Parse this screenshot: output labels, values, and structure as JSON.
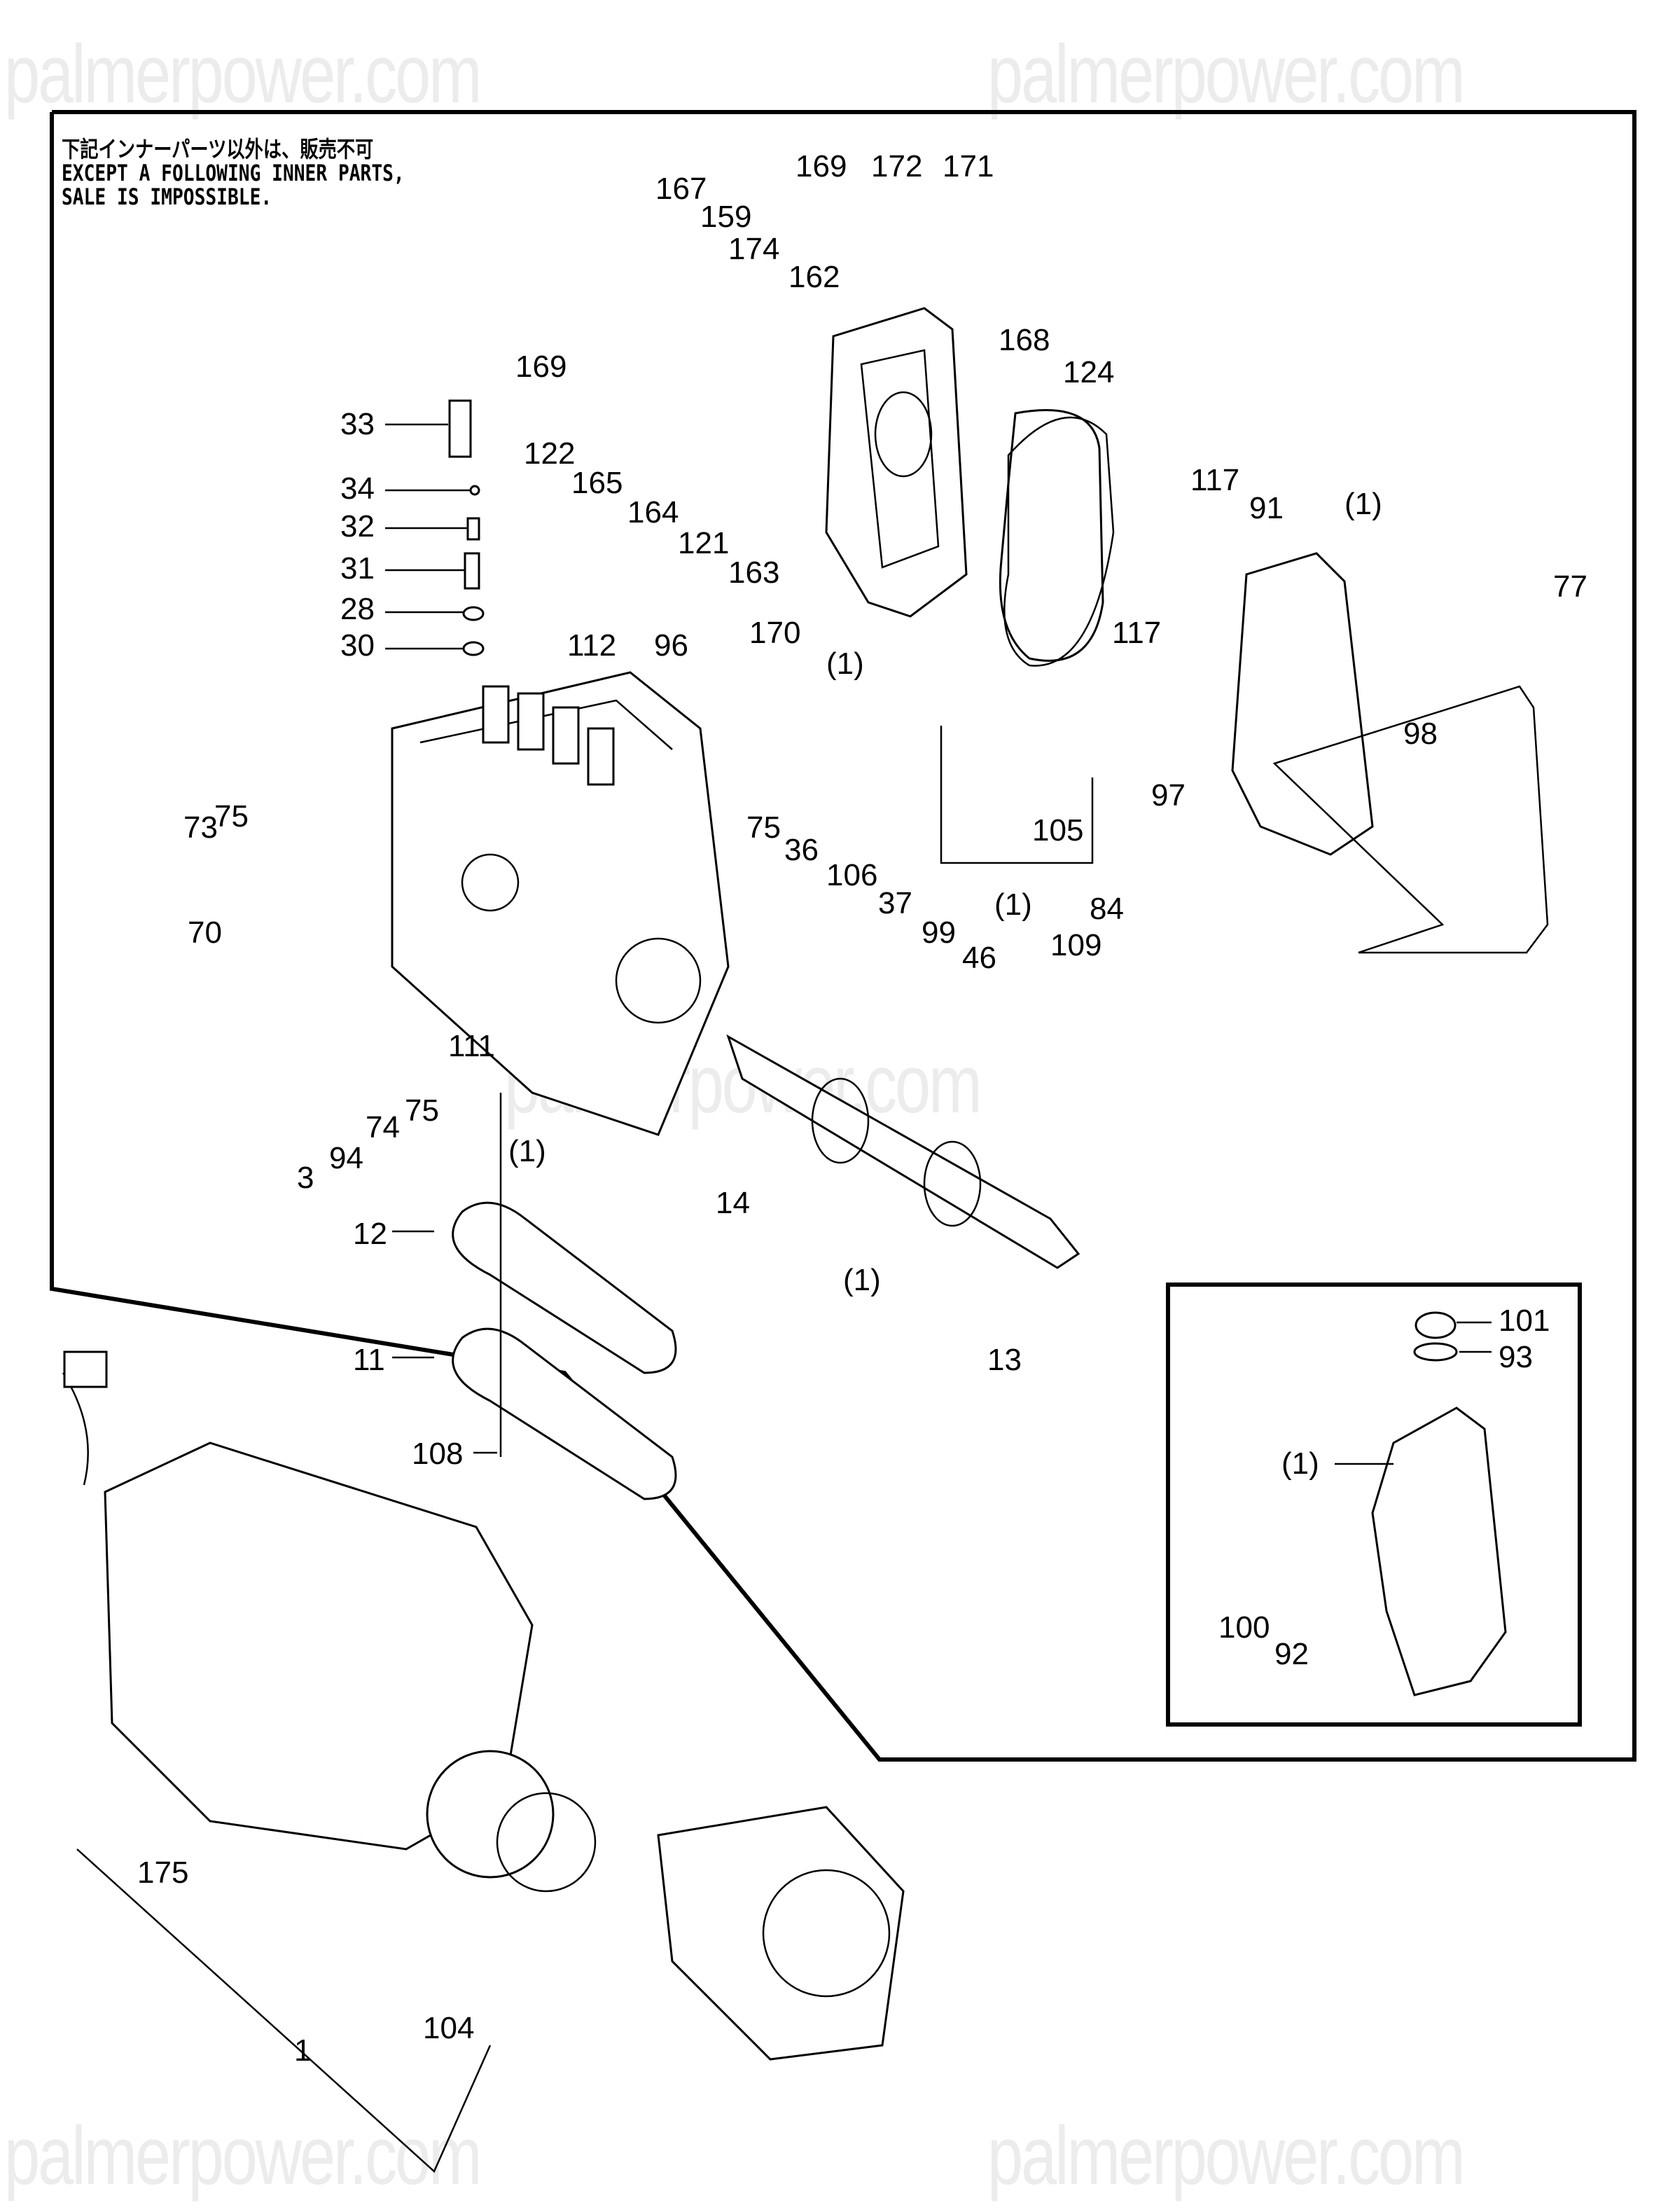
{
  "watermark": {
    "text": "palmerpower.com",
    "instances": [
      "palmerpower.com",
      "palmerpower.com",
      "palmerpower.com",
      "palmerpower.com",
      "palmerpower.com"
    ],
    "color": "#ececec"
  },
  "note": {
    "line_jp": "下記インナーパーツ以外は、販売不可",
    "line_en1": "EXCEPT A FOLLOWING INNER PARTS,",
    "line_en2": "SALE IS IMPOSSIBLE."
  },
  "callouts": {
    "governor_cover": [
      "167",
      "159",
      "169",
      "172",
      "171",
      "174",
      "162",
      "169",
      "122",
      "165",
      "164",
      "121",
      "163",
      "170",
      "(1)",
      "168",
      "124"
    ],
    "delivery_valve": [
      "33",
      "34",
      "32",
      "31",
      "28",
      "30"
    ],
    "pump_body": [
      "112",
      "96",
      "75",
      "73",
      "70",
      "75",
      "36",
      "106",
      "37",
      "99",
      "46",
      "94",
      "74",
      "75",
      "111",
      "3",
      "(1)"
    ],
    "lever": [
      "105",
      "(1)",
      "84",
      "109"
    ],
    "timer_housing": [
      "117",
      "91",
      "(1)",
      "117",
      "97",
      "98",
      "77"
    ],
    "camshaft": [
      "14",
      "(1)",
      "13"
    ],
    "bottom_cover": [
      "12",
      "11",
      "108"
    ],
    "inset": [
      "101",
      "93",
      "(1)",
      "100",
      "92"
    ],
    "assembly": [
      "175",
      "1",
      "104"
    ]
  }
}
